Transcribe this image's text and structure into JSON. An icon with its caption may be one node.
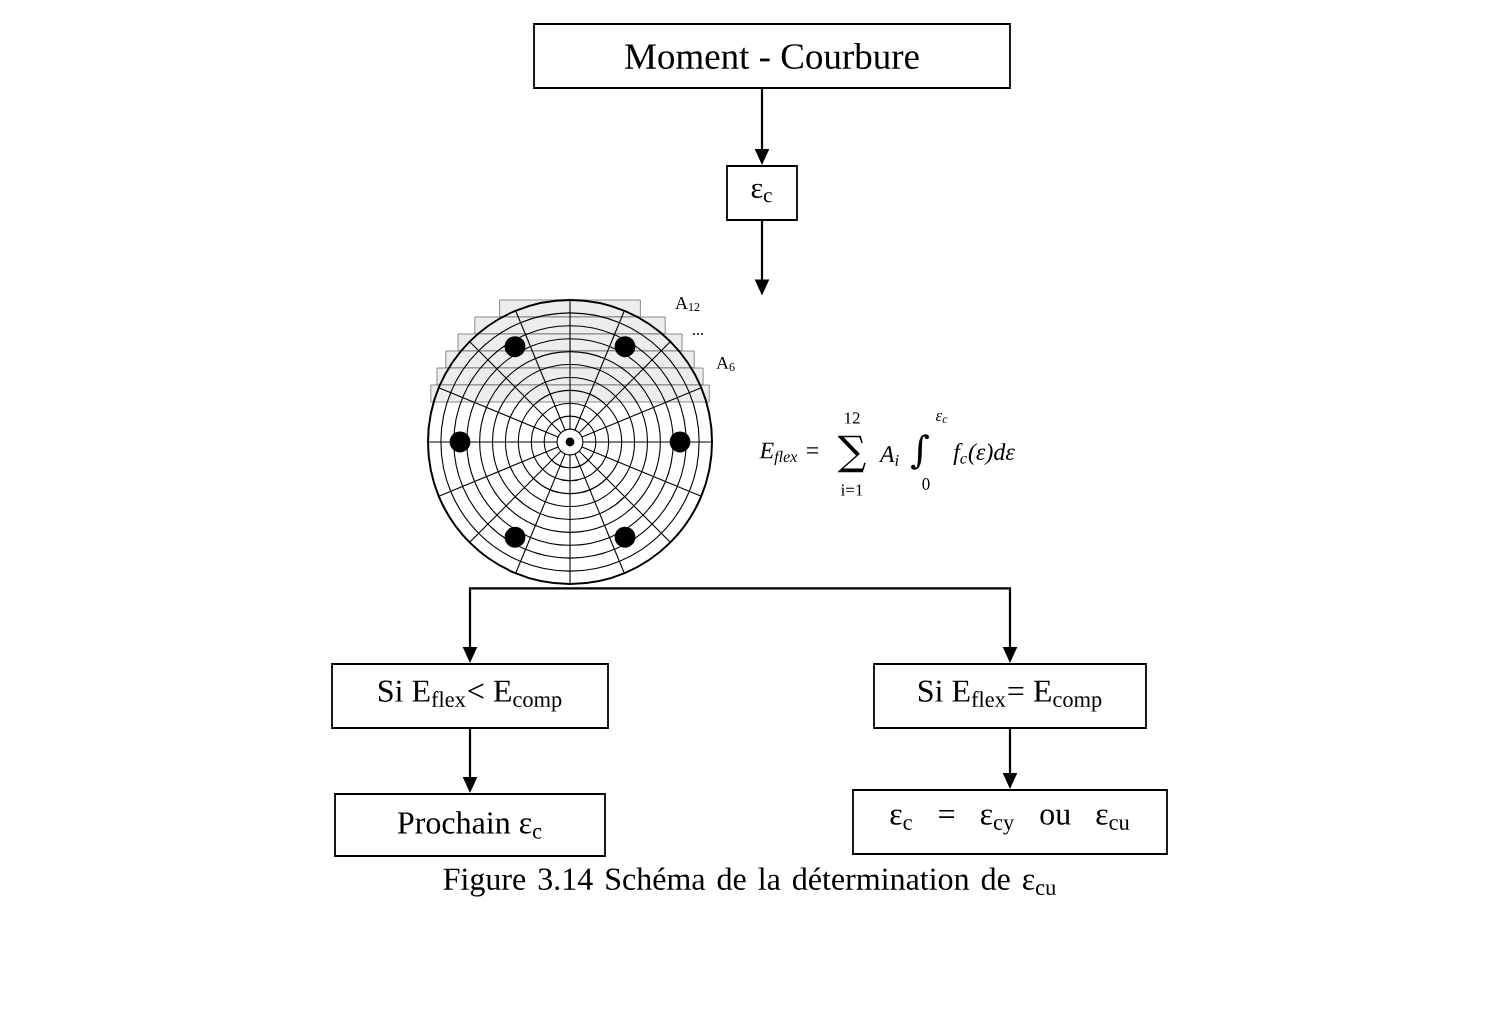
{
  "diagram": {
    "caption": "Figure 3.14 Schéma de la détermination de ε$_{cu}$",
    "nodes": [
      {
        "text": [
          "Moment - Courbure"
        ]
      },
      {
        "text": [
          "ε$_{c}$"
        ]
      },
      {
        "text": [],
        "shape": "picture",
        "beside": [
          "A$_{12}$",
          "...",
          "A$_{6}$",
          "E$_{flex}$ =",
          "12",
          "∑",
          "i=1",
          "A$_{i}$",
          "ε$_{c}$",
          "∫",
          "0",
          "f$_{c}$(ε)dε"
        ]
      },
      {
        "text": [
          "Si E$_{flex}$< E$_{comp}$"
        ]
      },
      {
        "text": [
          "Si E$_{flex}$= E$_{comp}$"
        ]
      },
      {
        "text": [
          "Prochain ε$_{c}$"
        ]
      },
      {
        "text": [
          "ε$_{c}$ = ε$_{cy}$ ou ε$_{cu}$"
        ]
      }
    ],
    "edges": [
      {
        "from": 0,
        "to": 1,
        "arrow": "to"
      },
      {
        "from": 1,
        "to": 2,
        "arrow": "to"
      },
      {
        "from": 2,
        "to": 3,
        "arrow": "to"
      },
      {
        "from": 2,
        "to": 4,
        "arrow": "to"
      },
      {
        "from": 3,
        "to": 5,
        "arrow": "to"
      },
      {
        "from": 4,
        "to": 6,
        "arrow": "to"
      }
    ]
  }
}
